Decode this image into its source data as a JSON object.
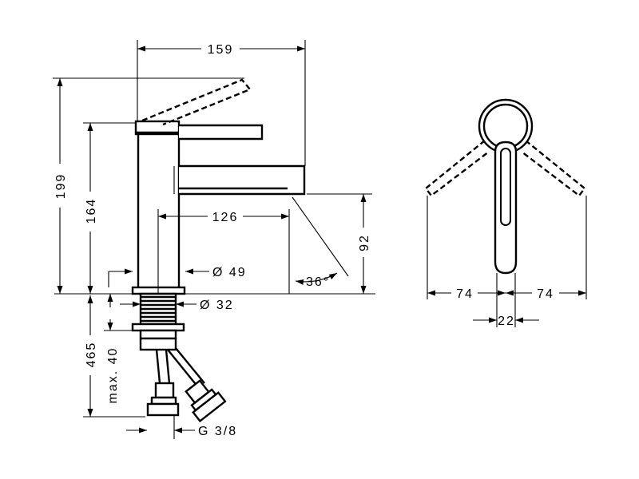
{
  "dimensions": {
    "total_width": "159",
    "total_height_open": "199",
    "height_closed": "164",
    "spout_reach": "126",
    "base_diameter": "Ø 49",
    "spout_height": "92",
    "tilt_angle": "36°",
    "thread_diameter": "Ø 32",
    "under_counter_length": "465",
    "max_counter_thickness": "max. 40",
    "connection_thread": "G 3/8",
    "swing_left": "74",
    "swing_right": "74",
    "handle_width": "22"
  }
}
